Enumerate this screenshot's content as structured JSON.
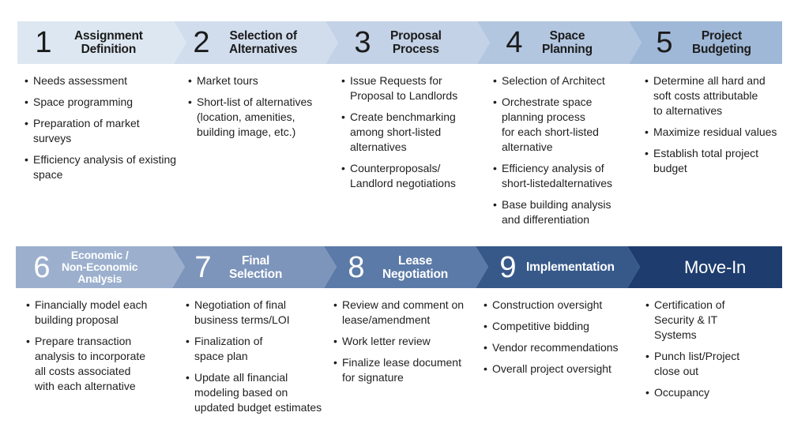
{
  "top_row": [
    {
      "number": "1",
      "title": "Assignment\nDefinition",
      "items": [
        "Needs assessment",
        "Space programming",
        "Preparation of market\nsurveys",
        "Efficiency analysis of existing\nspace"
      ]
    },
    {
      "number": "2",
      "title": "Selection of\nAlternatives",
      "items": [
        "Market tours",
        "Short-list of alternatives\n(location, amenities,\nbuilding image, etc.)"
      ]
    },
    {
      "number": "3",
      "title": "Proposal\nProcess",
      "items": [
        "Issue Requests for\nProposal to Landlords",
        "Create benchmarking\namong short-listed\nalternatives",
        "Counterproposals/\nLandlord negotiations"
      ]
    },
    {
      "number": "4",
      "title": "Space\nPlanning",
      "items": [
        "Selection of Architect",
        "Orchestrate space\nplanning process\nfor each short-listed\nalternative",
        "Efficiency analysis of\nshort-listedalternatives",
        "Base building analysis\nand differentiation"
      ]
    },
    {
      "number": "5",
      "title": "Project\nBudgeting",
      "items": [
        "Determine all hard and\nsoft costs attributable\nto alternatives",
        "Maximize residual values",
        "Establish total project\nbudget"
      ]
    }
  ],
  "bottom_row": [
    {
      "number": "6",
      "title": "Economic /\nNon-Economic\nAnalysis",
      "items": [
        "Financially model each\nbuilding proposal",
        "Prepare transaction\nanalysis to incorporate\nall costs associated\nwith each alternative"
      ]
    },
    {
      "number": "7",
      "title": "Final\nSelection",
      "items": [
        "Negotiation of final\nbusiness terms/LOI",
        "Finalization of\nspace plan",
        "Update all financial\nmodeling based on\nupdated budget estimates"
      ]
    },
    {
      "number": "8",
      "title": "Lease\nNegotiation",
      "items": [
        "Review and comment on\nlease/amendment",
        "Work letter review",
        "Finalize lease document\nfor signature"
      ]
    },
    {
      "number": "9",
      "title": "Implementation",
      "items": [
        "Construction oversight",
        "Competitive bidding",
        "Vendor recommendations",
        "Overall project oversight"
      ]
    },
    {
      "number": "",
      "title": "Move-In",
      "items": [
        "Certification of\nSecurity & IT\nSystems",
        "Punch list/Project\nclose out",
        "Occupancy"
      ]
    }
  ],
  "colors": {
    "top": [
      "#dde7f1",
      "#d1dded",
      "#c3d2e6",
      "#b2c6e0",
      "#9fb8d7"
    ],
    "bottom": [
      "#9cb0ce",
      "#7d95bb",
      "#5b7aa7",
      "#37598a",
      "#1e3d6e"
    ]
  }
}
